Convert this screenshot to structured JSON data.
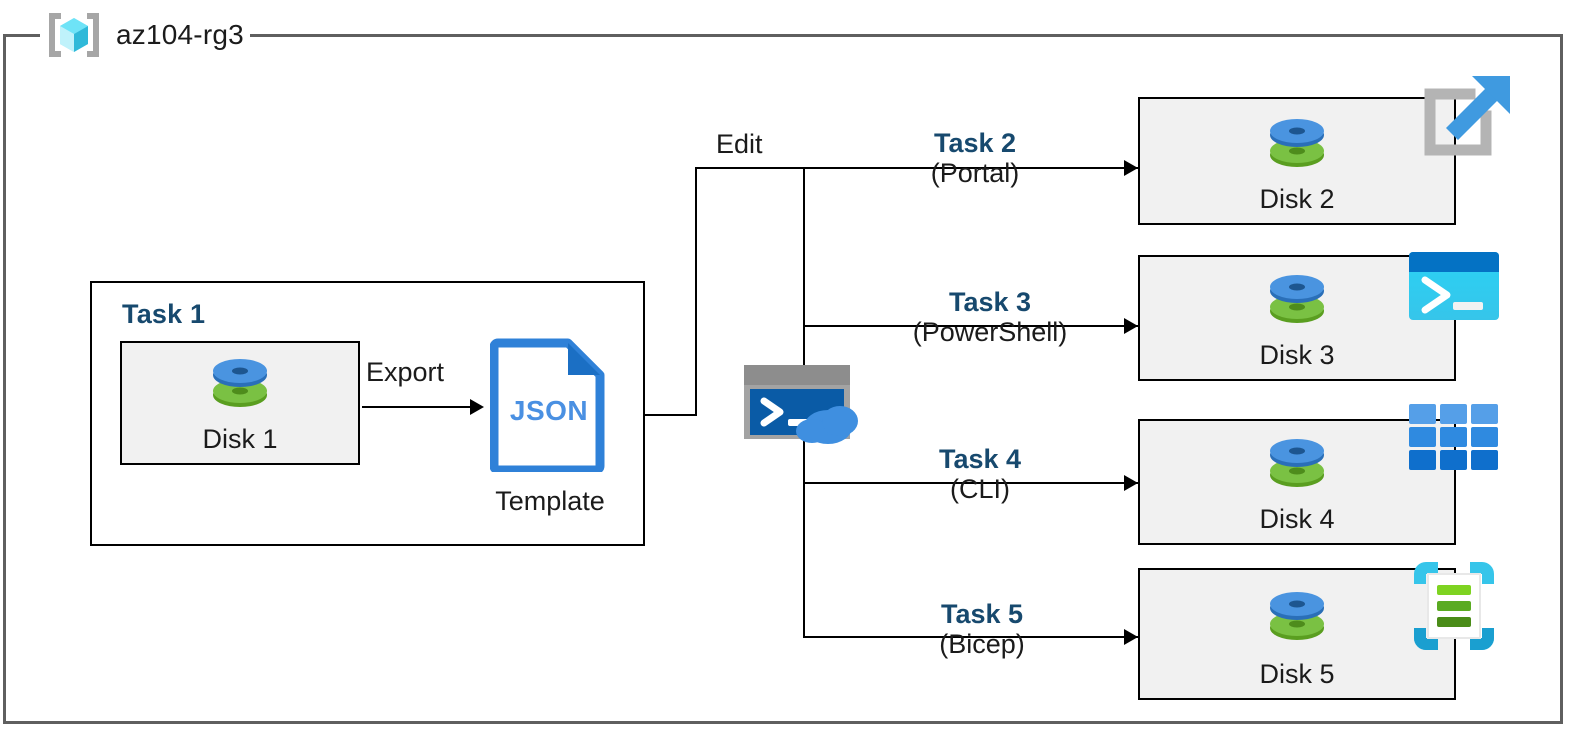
{
  "diagram": {
    "type": "azure-architecture-flow",
    "resource_group": {
      "name": "az104-rg3",
      "icon": "resource-group-icon"
    },
    "source_group": {
      "label": "Task 1",
      "label_color": "#17496e",
      "resource": {
        "label": "Disk 1",
        "icon": "managed-disk-icon"
      },
      "export_edge": {
        "label": "Export"
      },
      "artifact": {
        "icon": "json-file-icon",
        "icon_text": "JSON",
        "caption": "Template"
      }
    },
    "edit_edge": {
      "label": "Edit"
    },
    "hub": {
      "icon": "cloud-shell-icon"
    },
    "branches": [
      {
        "task": "Task 2",
        "tool": "(Portal)",
        "target": "Disk 2",
        "target_icon": "managed-disk-icon",
        "tool_icon": "azure-portal-icon"
      },
      {
        "task": "Task 3",
        "tool": "(PowerShell)",
        "target": "Disk 3",
        "target_icon": "managed-disk-icon",
        "tool_icon": "powershell-icon"
      },
      {
        "task": "Task 4",
        "tool": "(CLI)",
        "target": "Disk 4",
        "target_icon": "managed-disk-icon",
        "tool_icon": "azure-cli-icon"
      },
      {
        "task": "Task 5",
        "tool": "(Bicep)",
        "target": "Disk 5",
        "target_icon": "managed-disk-icon",
        "tool_icon": "bicep-icon"
      }
    ],
    "colors": {
      "accent_navy": "#17496e",
      "frame_gray": "#5f5f5f",
      "box_fill": "#f1f1f1",
      "disk_blue": "#3f8ddb",
      "disk_green": "#6bb12e",
      "json_blue": "#2f81d8",
      "cube_cyan": "#4fd7f5"
    }
  }
}
